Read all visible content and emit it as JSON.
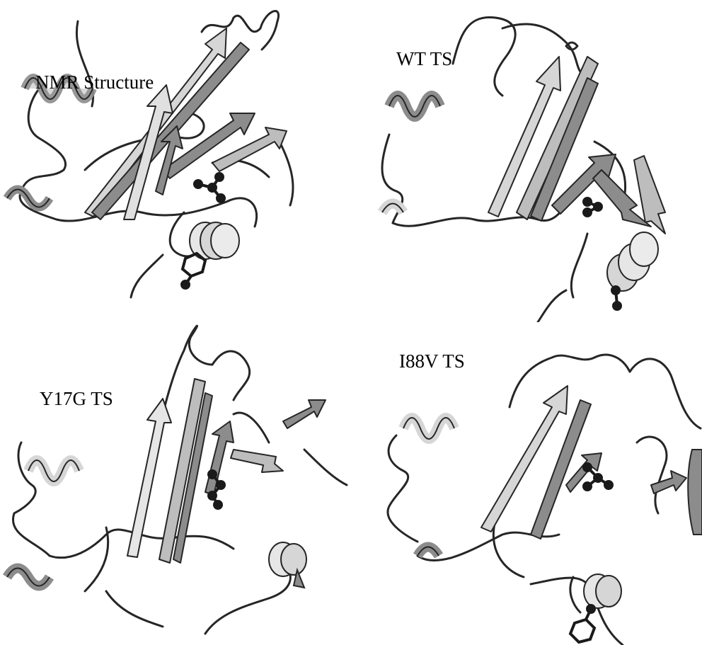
{
  "figure": {
    "panels": [
      {
        "label": "NMR Structure"
      },
      {
        "label": "WT TS"
      },
      {
        "label": "Y17G TS"
      },
      {
        "label": "I88V TS"
      }
    ],
    "colors": {
      "ribbon_fill": "#d6d6d6",
      "ribbon_shade": "#8c8c8c",
      "outline": "#262626",
      "ligand": "#1a1a1a",
      "background": "#ffffff"
    }
  }
}
